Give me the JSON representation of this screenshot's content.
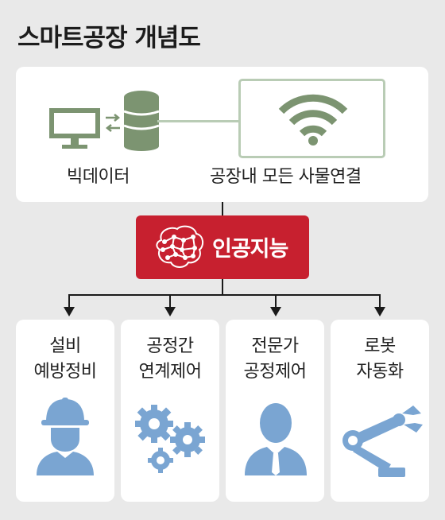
{
  "title": "스마트공장 개념도",
  "top": {
    "bigdata_label": "빅데이터",
    "iot_label": "공장내 모든 사물연결"
  },
  "ai": {
    "label": "인공지능"
  },
  "cards": [
    {
      "line1": "설비",
      "line2": "예방정비",
      "icon": "worker-helmet-icon"
    },
    {
      "line1": "공정간",
      "line2": "연계제어",
      "icon": "gears-icon"
    },
    {
      "line1": "전문가",
      "line2": "공정제어",
      "icon": "expert-person-icon"
    },
    {
      "line1": "로봇",
      "line2": "자동화",
      "icon": "robot-arm-icon"
    }
  ],
  "colors": {
    "accent_red": "#c7202f",
    "icon_blue": "#7aa5d2",
    "icon_green": "#7c9471",
    "wifi_border": "#b9ccb5"
  }
}
